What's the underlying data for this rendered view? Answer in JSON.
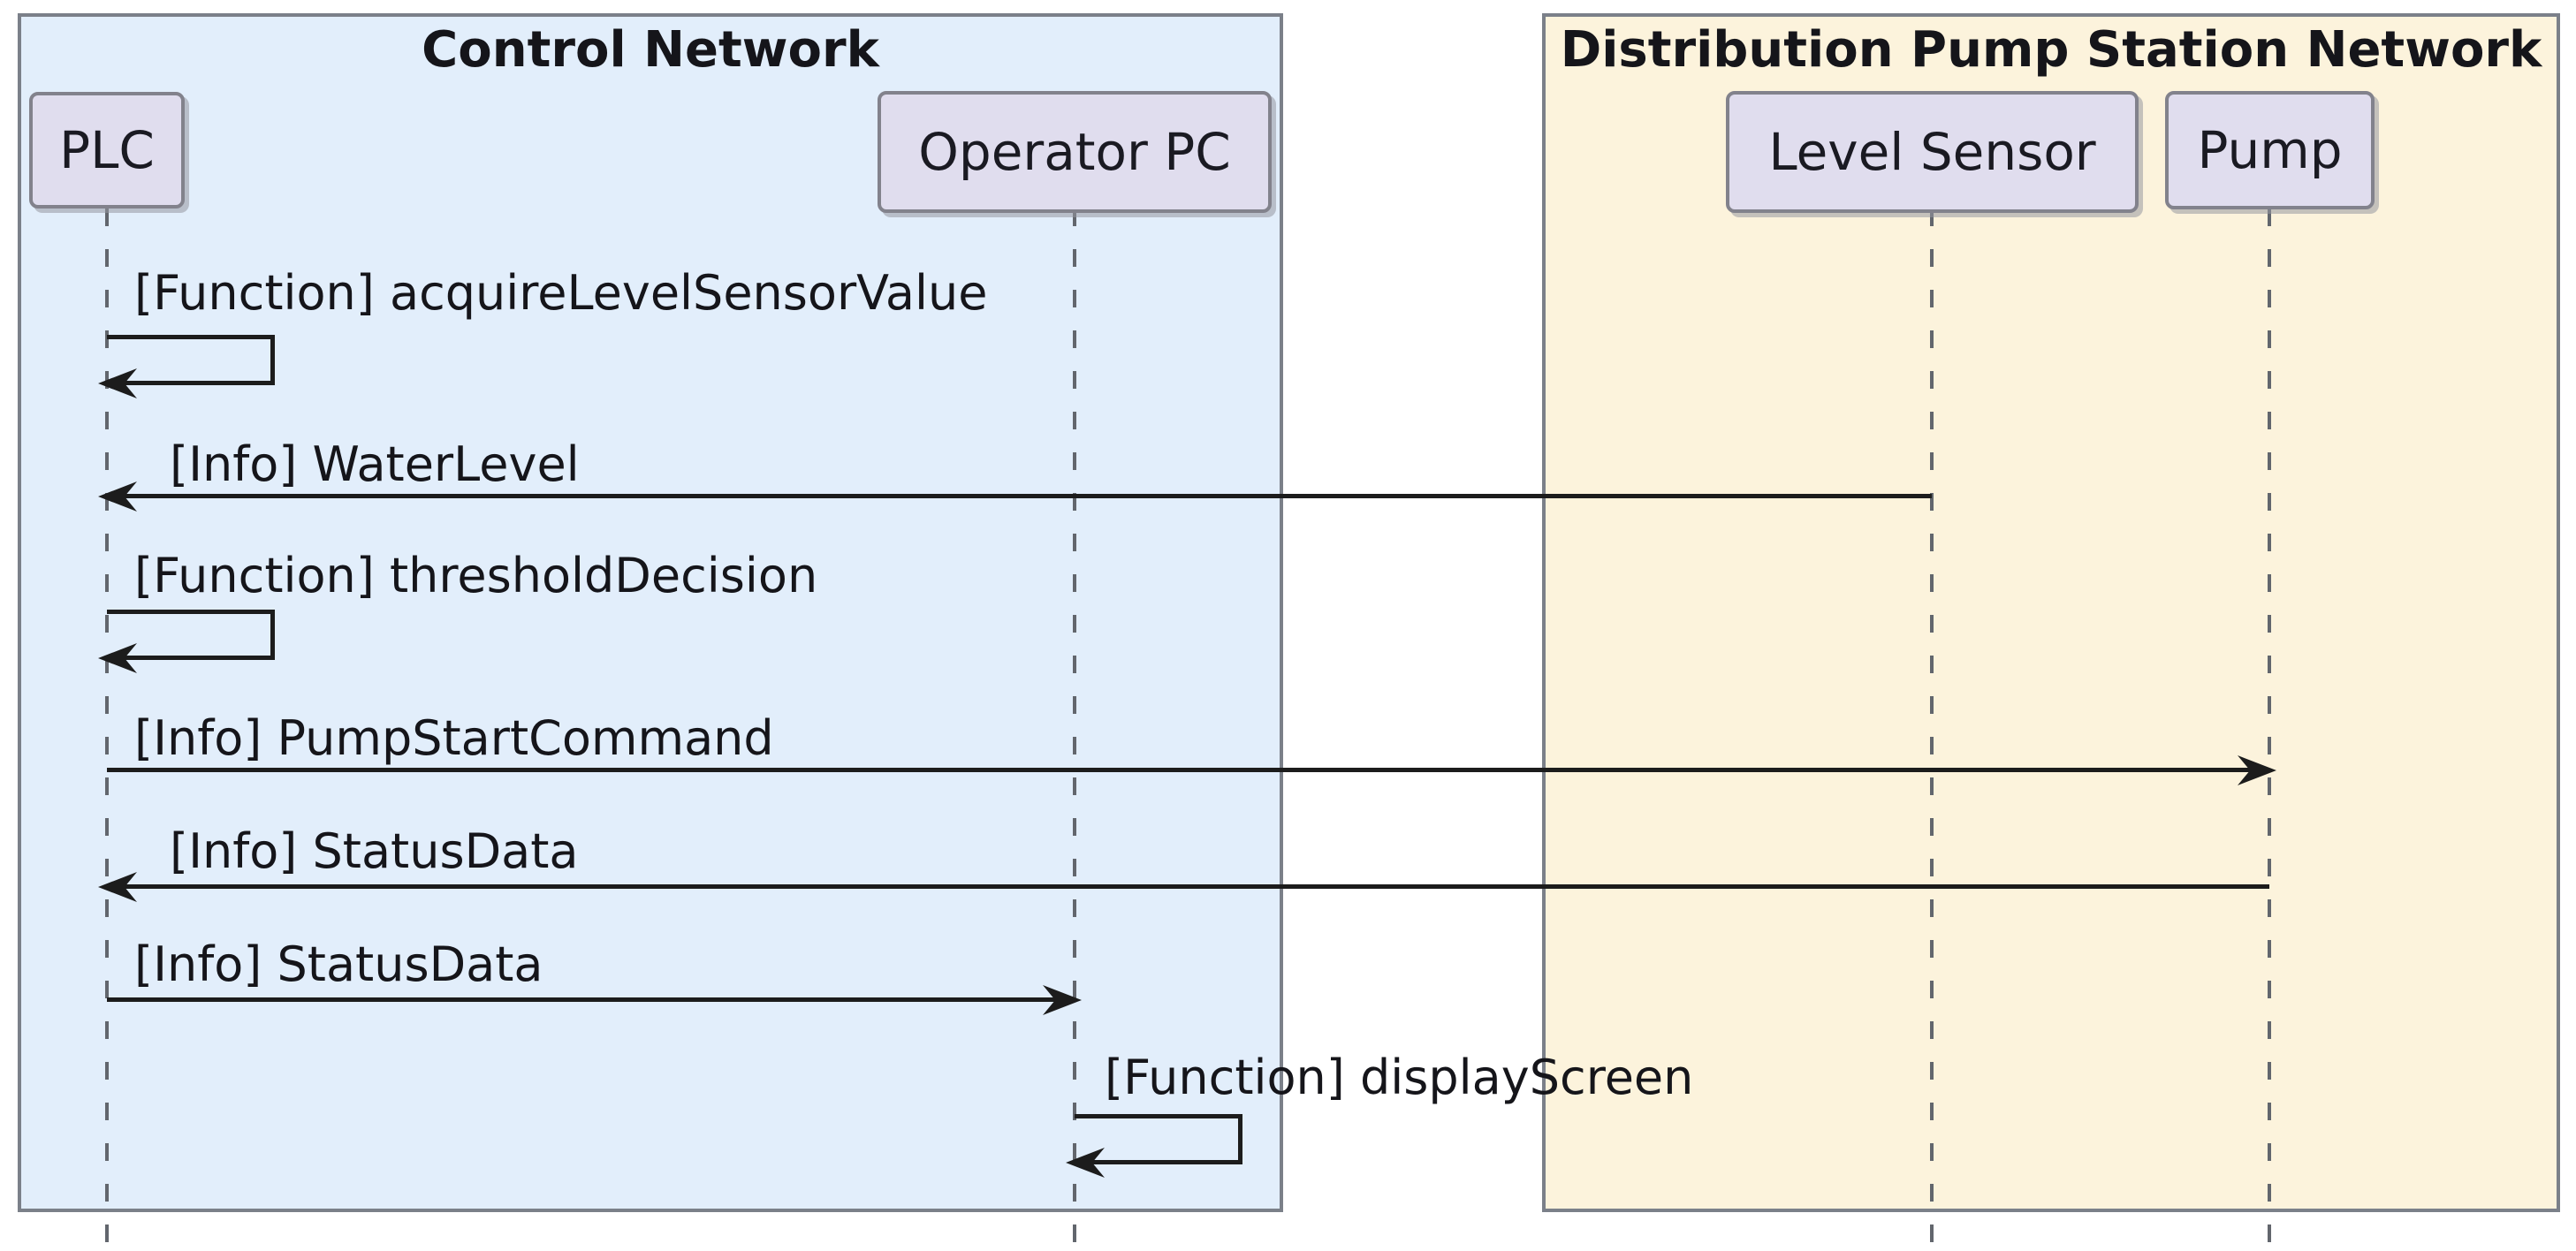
{
  "diagram": {
    "type": "sequence-diagram",
    "frames": {
      "control": {
        "title": "Control Network",
        "fill": "#e2eefb"
      },
      "distribution": {
        "title": "Distribution Pump Station Network",
        "fill": "#fcf3dc"
      }
    },
    "participants": {
      "plc": {
        "label": "PLC"
      },
      "operator_pc": {
        "label": "Operator PC"
      },
      "level_sensor": {
        "label": "Level Sensor"
      },
      "pump": {
        "label": "Pump"
      }
    },
    "messages": [
      {
        "label": "[Function] acquireLevelSensorValue",
        "from": "PLC",
        "to": "PLC",
        "kind": "self-call"
      },
      {
        "label": "[Info] WaterLevel",
        "from": "Level Sensor",
        "to": "PLC",
        "kind": "message"
      },
      {
        "label": "[Function] thresholdDecision",
        "from": "PLC",
        "to": "PLC",
        "kind": "self-call"
      },
      {
        "label": "[Info] PumpStartCommand",
        "from": "PLC",
        "to": "Pump",
        "kind": "message"
      },
      {
        "label": "[Info] StatusData",
        "from": "Pump",
        "to": "PLC",
        "kind": "message"
      },
      {
        "label": "[Info] StatusData",
        "from": "PLC",
        "to": "Operator PC",
        "kind": "message"
      },
      {
        "label": "[Function] displayScreen",
        "from": "Operator PC",
        "to": "Operator PC",
        "kind": "self-call"
      }
    ],
    "colors": {
      "control_frame_fill": "#e2eefb",
      "distribution_frame_fill": "#fcf3dc",
      "participant_fill": "#e0ddee",
      "frame_border": "#7b8089",
      "lifeline": "#62666d",
      "arrow": "#1c1c1c",
      "text": "#15151a"
    }
  }
}
